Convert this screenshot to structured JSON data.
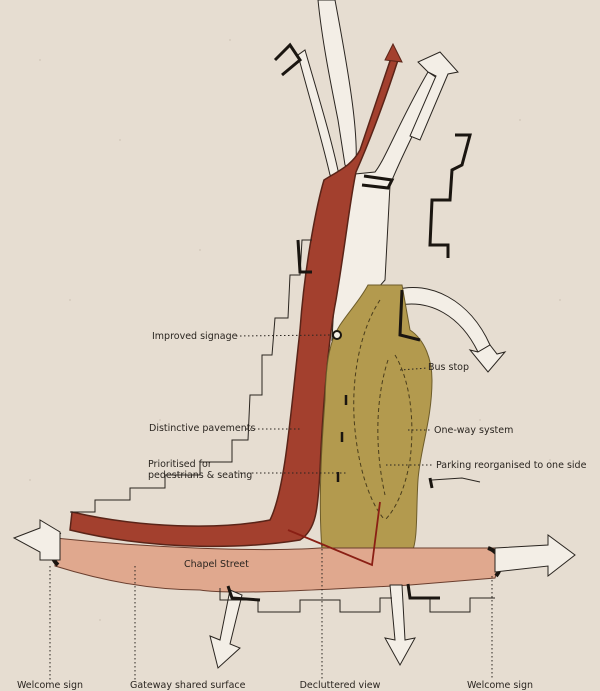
{
  "labels": {
    "improved_signage": "Improved signage",
    "bus_stop": "Bus stop",
    "distinctive_pavements": "Distinctive pavements",
    "one_way_system": "One-way system",
    "prioritised_line1": "Prioritised for",
    "prioritised_line2": "pedestrians & seating",
    "parking": "Parking reorganised to one side",
    "chapel_street": "Chapel Street",
    "welcome_sign_left": "Welcome sign",
    "gateway": "Gateway shared surface",
    "decluttered": "Decluttered view",
    "welcome_sign_right": "Welcome sign"
  },
  "colors": {
    "paper": "#e6ddd1",
    "pavement_red": "#a3402e",
    "road_salmon": "#e0a88e",
    "parking_olive": "#b39a4e",
    "ink": "#2a2520"
  }
}
